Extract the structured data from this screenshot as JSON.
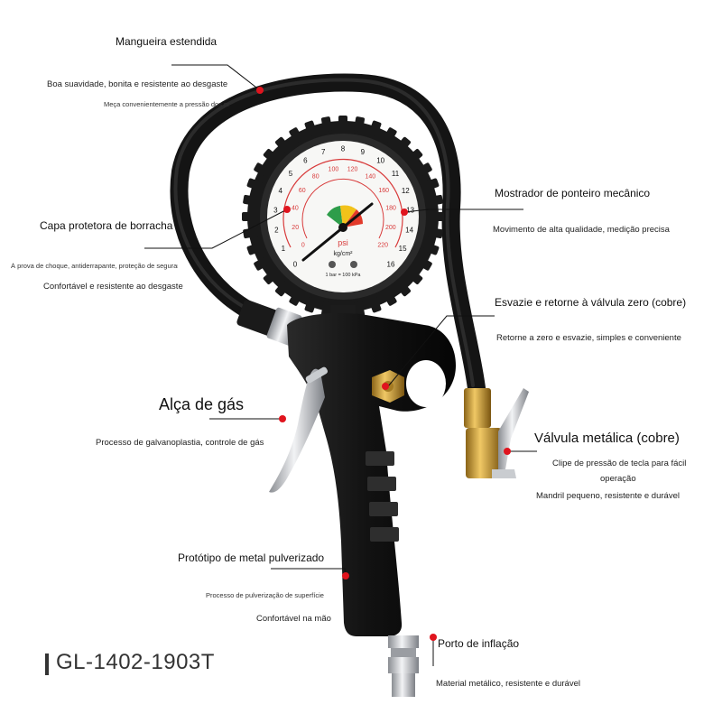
{
  "model_number": "GL-1402-1903T",
  "callouts": {
    "hose": {
      "title": "Mangueira estendida",
      "line1": "Boa suavidade, bonita e resistente ao desgaste",
      "line2": "Meça convenientemente a pressão dos pneus"
    },
    "rubber_cap": {
      "title": "Capa protetora de borracha",
      "line1": "À prova de choque, antiderrapante, proteção de segurança",
      "line2": "Confortável e resistente ao desgaste"
    },
    "dial": {
      "title": "Mostrador de ponteiro mecânico",
      "line1": "Movimento de alta qualidade, medição precisa"
    },
    "deflate": {
      "title": "Esvazie e retorne à válvula zero (cobre)",
      "line1": "Retorne a zero e esvazie, simples e conveniente"
    },
    "trigger": {
      "title": "Alça de gás",
      "line1": "Processo de galvanoplastia, controle de gás"
    },
    "valve": {
      "title": "Válvula metálica (cobre)",
      "line1": "Clipe de pressão de tecla para fácil",
      "line2": "operação",
      "line3": "Mandril pequeno, resistente e durável"
    },
    "body": {
      "title": "Protótipo de metal pulverizado",
      "line1": "Processo de pulverização de superfície",
      "line2": "Confortável na mão"
    },
    "port": {
      "title": "Porto de inflação",
      "line1": "Material metálico, resistente e durável"
    }
  },
  "gauge": {
    "psi_ticks": [
      "0",
      "20",
      "40",
      "60",
      "80",
      "100",
      "120",
      "140",
      "160",
      "180",
      "200",
      "220"
    ],
    "kg_ticks": [
      "0",
      "1",
      "2",
      "3",
      "4",
      "5",
      "6",
      "7",
      "8",
      "9",
      "10",
      "11",
      "12",
      "13",
      "14",
      "15",
      "16"
    ],
    "unit_psi": "psi",
    "unit_kg": "kg/cm²",
    "note": "1 bar = 100 kPa"
  },
  "colors": {
    "accent_dot": "#e0141e",
    "hose": "#111111",
    "brass": "#c89a3a",
    "chrome": "#c9ccd0"
  }
}
